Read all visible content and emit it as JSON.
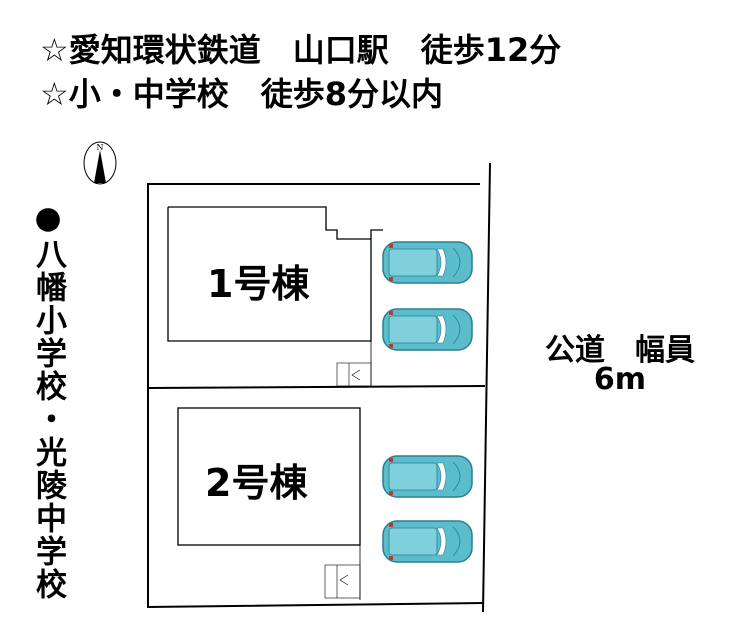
{
  "header": {
    "line1": "☆愛知環状鉄道　山口駅　徒歩12分",
    "line2": "☆小・中学校　徒歩8分以内"
  },
  "compass": {
    "label": "N"
  },
  "school_label": "●八幡小学校・光陵中学校",
  "buildings": [
    {
      "label": "1号棟"
    },
    {
      "label": "2号棟"
    }
  ],
  "road": {
    "label": "公道　幅員",
    "width": "6m"
  },
  "colors": {
    "car": "#5bbccc",
    "car_outline": "#2a7f8e",
    "tail_light": "#c0392b"
  }
}
